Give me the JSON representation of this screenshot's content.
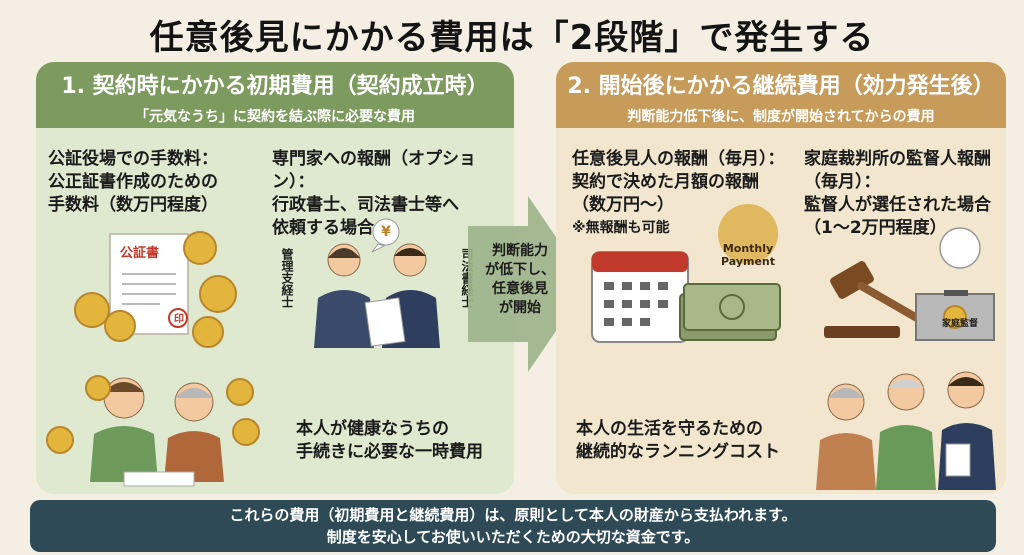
{
  "title": "任意後見にかかる費用は「2段階」で発生する",
  "left": {
    "heading": "1. 契約時にかかる初期費用（契約成立時）",
    "subheading": "「元気なうち」に契約を結ぶ際に必要な費用",
    "notary_fee": [
      "公証役場での手数料：",
      "公正証書作成のための",
      "手数料（数万円程度）"
    ],
    "expert_fee": [
      "専門家への報酬（オプション）：",
      "行政書士、司法書士等へ",
      "依頼する場合"
    ],
    "doc_label": "公証書",
    "seal_label": "印",
    "yen": "¥",
    "left_person_label": "管理支経士",
    "right_person_label": "司法書経士",
    "summary": [
      "本人が健康なうちの",
      "手続きに必要な一時費用"
    ]
  },
  "arrow": {
    "text": [
      "判断能力",
      "が低下し、",
      "任意後見",
      "が開始"
    ]
  },
  "right": {
    "heading": "2. 開始後にかかる継続費用（効力発生後）",
    "subheading": "判断能力低下後に、制度が開始されてからの費用",
    "guardian_fee": [
      "任意後見人の報酬（毎月）：",
      "契約で決めた月額の報酬",
      "（数万円〜）"
    ],
    "guardian_note": "※無報酬も可能",
    "court_fee": [
      "家庭裁判所の監督人報酬",
      "（毎月）：",
      "監督人が選任された場合",
      "（1〜2万円程度）"
    ],
    "monthly_badge": [
      "Monthly",
      "Payment"
    ],
    "court_badge": "家庭監督",
    "summary": [
      "本人の生活を守るための",
      "継続的なランニングコスト"
    ]
  },
  "banner": [
    "これらの費用（初期費用と継続費用）は、原則として本人の財産から支払われます。",
    "制度を安心してお使いいただくための大切な資金です。"
  ],
  "colors": {
    "left_accent": "#7d9b5e",
    "right_accent": "#c79b5a",
    "banner": "#2e4a56",
    "background": "#f5efe3"
  }
}
